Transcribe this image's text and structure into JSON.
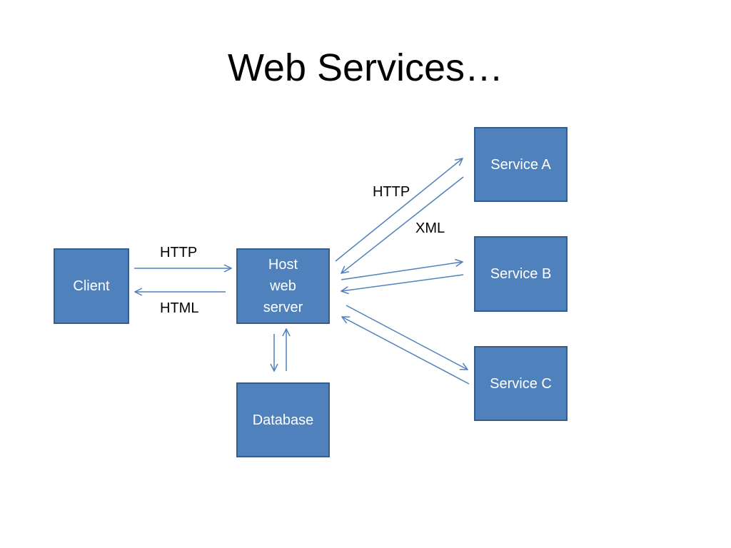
{
  "title": "Web Services…",
  "nodes": {
    "client": "Client",
    "host": "Host\nweb\nserver",
    "database": "Database",
    "service_a": "Service A",
    "service_b": "Service B",
    "service_c": "Service C"
  },
  "edge_labels": {
    "client_host_request": "HTTP",
    "client_host_response": "HTML",
    "host_service_a_request": "HTTP",
    "host_service_a_response": "XML"
  },
  "colors": {
    "box_fill": "#4f81bd",
    "box_border": "#385d8a",
    "arrow": "#4f81bd"
  }
}
